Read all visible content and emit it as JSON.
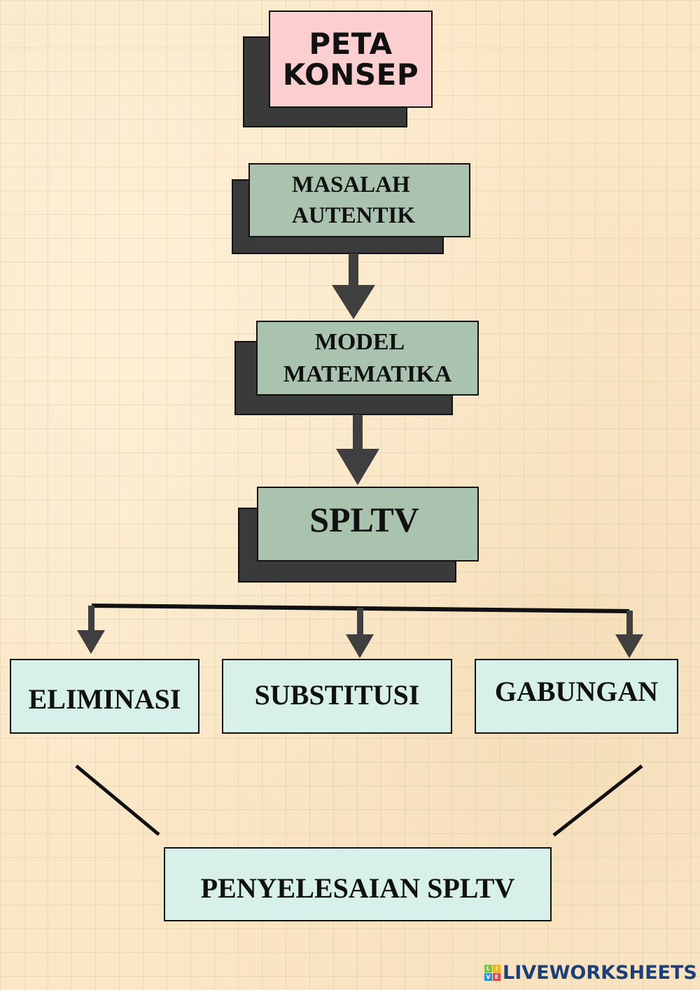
{
  "title": {
    "line1": "PETA",
    "line2": "KONSEP"
  },
  "nodes": {
    "masalah": {
      "line1": "MASALAH",
      "line2": "AUTENTIK"
    },
    "model": {
      "line1": "MODEL",
      "line2": "MATEMATIKA"
    },
    "spltv": {
      "label": "SPLTV"
    },
    "methods": [
      {
        "label": "ELIMINASI"
      },
      {
        "label": "SUBSTITUSI"
      },
      {
        "label": "GABUNGAN"
      }
    ],
    "solution": {
      "label": "PENYELESAIAN SPLTV"
    }
  },
  "colors": {
    "title_fill": "#fbcfd0",
    "sage_fill": "#a9c3af",
    "mint_fill": "#d7f0ea",
    "shadow": "#3a3a3a",
    "arrow": "#3f3f3f",
    "background": "#fbe6c6",
    "brand": "#1c3f78"
  },
  "footer": {
    "brand": "LIVEWORKSHEETS",
    "logo_letters": [
      "L",
      "I",
      "V",
      "E"
    ]
  }
}
